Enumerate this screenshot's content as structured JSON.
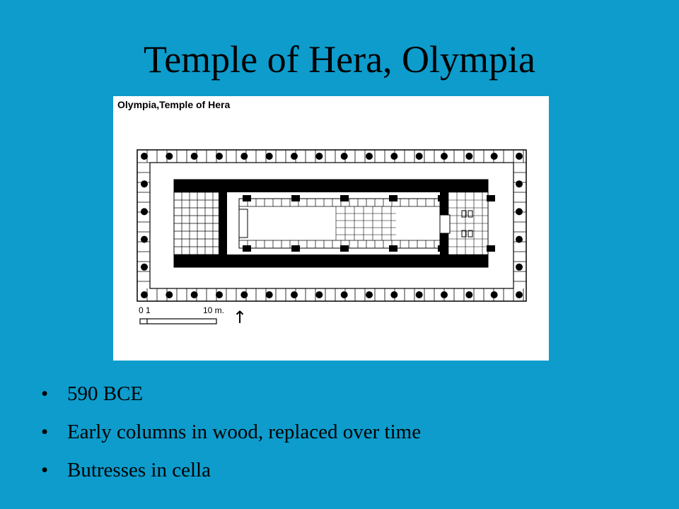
{
  "slide": {
    "title": "Temple of Hera, Olympia"
  },
  "plan": {
    "caption": "Olympia,Temple of Hera",
    "scale_start": "0 1",
    "scale_end": "10 m.",
    "north_arrow": "↑"
  },
  "bullets": [
    {
      "marker": "•",
      "text": "590 BCE"
    },
    {
      "marker": "•",
      "text": "Early columns in wood, replaced over time"
    },
    {
      "marker": "•",
      "text": "Butresses in cella"
    }
  ],
  "colors": {
    "background": "#0d9ccc",
    "text": "#000000",
    "figure_bg": "#ffffff"
  }
}
